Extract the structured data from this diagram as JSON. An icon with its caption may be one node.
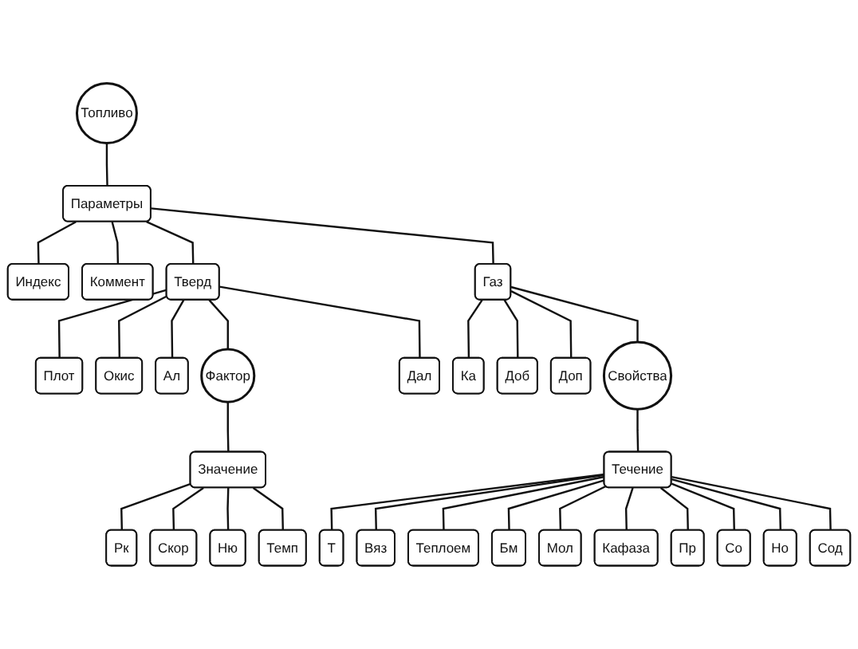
{
  "diagram": {
    "nodes": [
      {
        "text": [
          "Топливо"
        ]
      },
      {
        "text": [
          "Параметры"
        ]
      },
      {
        "text": [
          "Индекс"
        ]
      },
      {
        "text": [
          "Коммент"
        ]
      },
      {
        "text": [
          "Тверд"
        ]
      },
      {
        "text": [
          "Газ"
        ]
      },
      {
        "text": [
          "Плот"
        ]
      },
      {
        "text": [
          "Окис"
        ]
      },
      {
        "text": [
          "Ал"
        ]
      },
      {
        "text": [
          "Фактор"
        ]
      },
      {
        "text": [
          "Дал"
        ]
      },
      {
        "text": [
          "Ка"
        ]
      },
      {
        "text": [
          "Доб"
        ]
      },
      {
        "text": [
          "Доп"
        ]
      },
      {
        "text": [
          "Свойства"
        ]
      },
      {
        "text": [
          "Значение"
        ]
      },
      {
        "text": [
          "Рк"
        ]
      },
      {
        "text": [
          "Скор"
        ]
      },
      {
        "text": [
          "Ню"
        ]
      },
      {
        "text": [
          "Темп"
        ]
      },
      {
        "text": [
          "Течение"
        ]
      },
      {
        "text": [
          "Т"
        ]
      },
      {
        "text": [
          "Вяз"
        ]
      },
      {
        "text": [
          "Теплоем"
        ]
      },
      {
        "text": [
          "Бм"
        ]
      },
      {
        "text": [
          "Мол"
        ]
      },
      {
        "text": [
          "Кафаза"
        ]
      },
      {
        "text": [
          "Пр"
        ]
      },
      {
        "text": [
          "Со"
        ]
      },
      {
        "text": [
          "Но"
        ]
      },
      {
        "text": [
          "Сод"
        ]
      }
    ],
    "edges": [
      {
        "from": 0,
        "to": 1,
        "arrow": "none"
      },
      {
        "from": 1,
        "to": 2,
        "arrow": "none"
      },
      {
        "from": 1,
        "to": 3,
        "arrow": "none"
      },
      {
        "from": 1,
        "to": 4,
        "arrow": "none"
      },
      {
        "from": 1,
        "to": 5,
        "arrow": "none"
      },
      {
        "from": 4,
        "to": 6,
        "arrow": "none"
      },
      {
        "from": 4,
        "to": 7,
        "arrow": "none"
      },
      {
        "from": 4,
        "to": 8,
        "arrow": "none"
      },
      {
        "from": 4,
        "to": 9,
        "arrow": "none"
      },
      {
        "from": 4,
        "to": 10,
        "arrow": "none"
      },
      {
        "from": 5,
        "to": 11,
        "arrow": "none"
      },
      {
        "from": 5,
        "to": 12,
        "arrow": "none"
      },
      {
        "from": 5,
        "to": 13,
        "arrow": "none"
      },
      {
        "from": 5,
        "to": 14,
        "arrow": "none"
      },
      {
        "from": 9,
        "to": 15,
        "arrow": "none"
      },
      {
        "from": 15,
        "to": 16,
        "arrow": "none"
      },
      {
        "from": 15,
        "to": 17,
        "arrow": "none"
      },
      {
        "from": 15,
        "to": 18,
        "arrow": "none"
      },
      {
        "from": 15,
        "to": 19,
        "arrow": "none"
      },
      {
        "from": 14,
        "to": 20,
        "arrow": "none"
      },
      {
        "from": 20,
        "to": 21,
        "arrow": "none"
      },
      {
        "from": 20,
        "to": 22,
        "arrow": "none"
      },
      {
        "from": 20,
        "to": 23,
        "arrow": "none"
      },
      {
        "from": 20,
        "to": 24,
        "arrow": "none"
      },
      {
        "from": 20,
        "to": 25,
        "arrow": "none"
      },
      {
        "from": 20,
        "to": 26,
        "arrow": "none"
      },
      {
        "from": 20,
        "to": 27,
        "arrow": "none"
      },
      {
        "from": 20,
        "to": 28,
        "arrow": "none"
      },
      {
        "from": 20,
        "to": 29,
        "arrow": "none"
      },
      {
        "from": 20,
        "to": 30,
        "arrow": "none"
      }
    ]
  }
}
